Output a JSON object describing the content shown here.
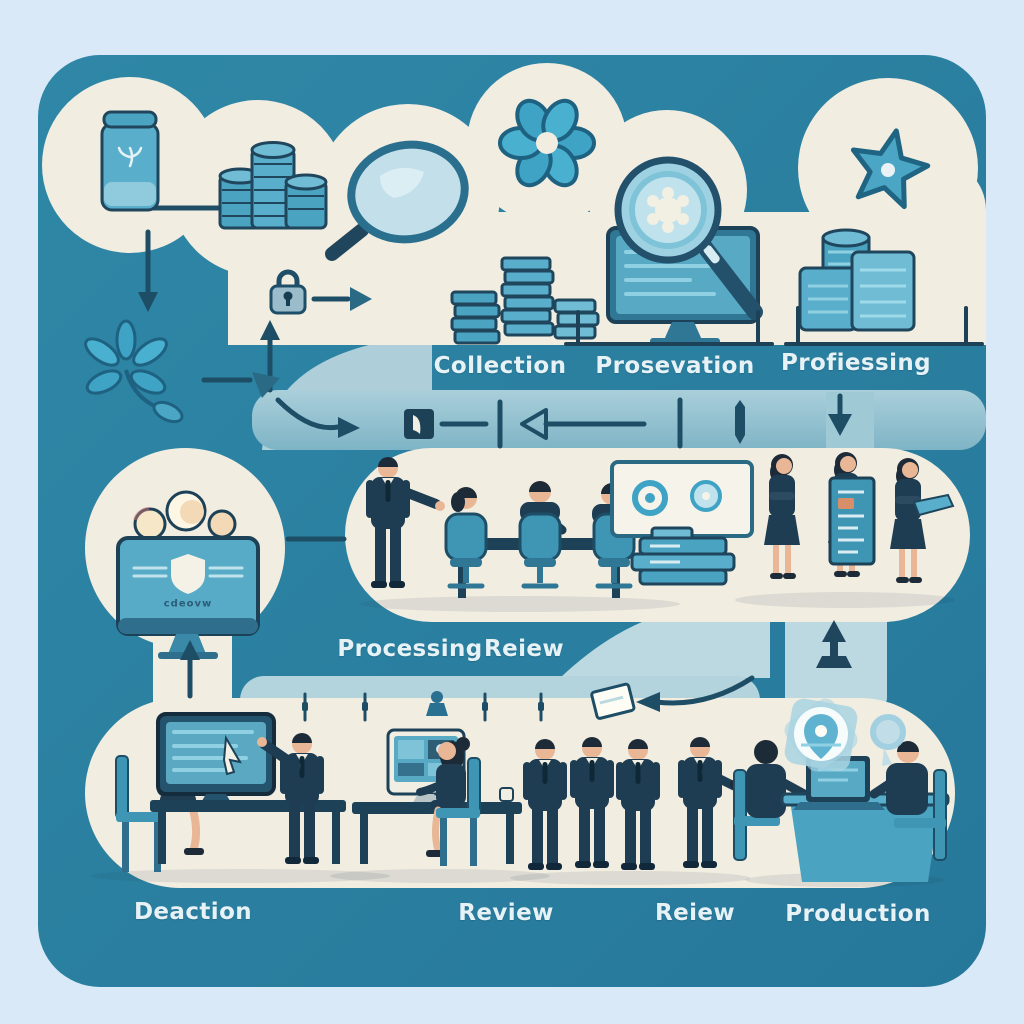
{
  "stage_labels": {
    "top": [
      "Collection",
      "Prosevation",
      "Profiessing"
    ],
    "middle": [
      "Processing",
      "Reiew"
    ],
    "bottom": [
      "Deaction",
      "Review",
      "Reiew",
      "Production"
    ]
  },
  "screen_text": {
    "left_monitor_word": "cdeovw"
  },
  "colors": {
    "page_background": "#d9e9f7",
    "canvas_teal": "#2b80a0",
    "blob_cream": "#f2ede1",
    "band_light_teal": "#9fc9d4",
    "icon_teal": "#4aa3c1",
    "suit_navy": "#1e3d52",
    "line_dark_teal": "#1d4e66",
    "label_text": "#e6f2f6"
  },
  "icons": [
    "pill-jar-icon",
    "coin-stacks-icon",
    "magnifier-icon",
    "flower-icon",
    "search-screen-icon",
    "database-boxes-icon",
    "star-icon",
    "server-stacks-icon",
    "lock-icon",
    "leaf-branch-icon",
    "shield-monitor-icon",
    "faces-icon",
    "book-icon",
    "pen-icon",
    "down-arrow-icon",
    "left-arrow-icon",
    "up-arrow-icon",
    "curved-arrow-icon",
    "document-icon",
    "statue-arrow-icon",
    "location-shield-icon",
    "small-magnifier-icon",
    "presentation-board-icon",
    "copier-icon"
  ]
}
